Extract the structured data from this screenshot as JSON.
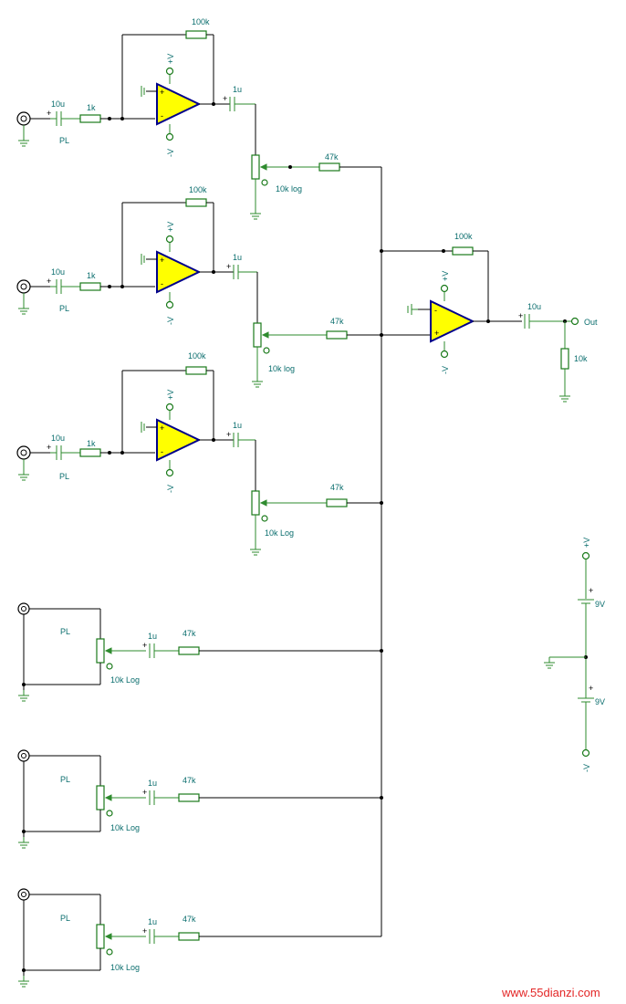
{
  "components": {
    "preamp_feedback_res": "100k",
    "input_cap": "10u",
    "input_res": "1k",
    "input_label": "PL",
    "coupling_cap": "1u",
    "mix_res": "47k",
    "pot1": "10k log",
    "pot2": "10k log",
    "pot3": "10k Log",
    "pot_lower": "10k Log",
    "supply_pos": "+V",
    "supply_neg": "-V",
    "mixer_feedback_res": "100k",
    "output_cap": "10u",
    "output_res": "10k",
    "output_label": "Out",
    "battery1": "9V",
    "battery2": "9V",
    "battery_plus": "+",
    "opamp_plus": "+",
    "opamp_minus": "-"
  },
  "watermark": "www.55dianzi.com"
}
